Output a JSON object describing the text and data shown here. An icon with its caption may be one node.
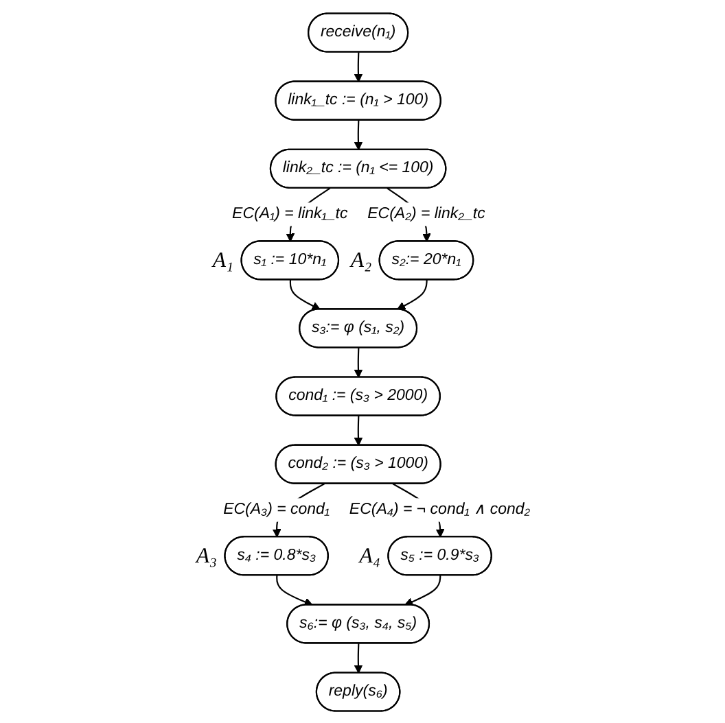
{
  "diagram": {
    "nodes": [
      {
        "text": [
          "receive(n₁)"
        ]
      },
      {
        "text": [
          "link₁_tc := (n₁ > 100)"
        ]
      },
      {
        "text": [
          "link₂_tc := (n₁ <= 100)"
        ]
      },
      {
        "text": [
          "s₁ := 10*n₁"
        ],
        "beside": [
          "A₁"
        ]
      },
      {
        "text": [
          "s₂:= 20*n₁"
        ],
        "beside": [
          "A₂"
        ]
      },
      {
        "text": [
          "s₃:= φ (s₁, s₂)"
        ]
      },
      {
        "text": [
          "cond₁ := (s₃ > 2000)"
        ]
      },
      {
        "text": [
          "cond₂ := (s₃ > 1000)"
        ]
      },
      {
        "text": [
          "s₄ := 0.8*s₃"
        ],
        "beside": [
          "A₃"
        ]
      },
      {
        "text": [
          "s₅ := 0.9*s₃"
        ],
        "beside": [
          "A₄"
        ]
      },
      {
        "text": [
          "s₆:= φ (s₃, s₄, s₅)"
        ]
      },
      {
        "text": [
          "reply(s₆)"
        ]
      }
    ],
    "edges": [
      {
        "from": 0,
        "to": 1,
        "arrow": "to"
      },
      {
        "from": 1,
        "to": 2,
        "arrow": "to"
      },
      {
        "from": 2,
        "to": 3,
        "arrow": "to",
        "label": "EC(A₁) = link₁_tc"
      },
      {
        "from": 2,
        "to": 4,
        "arrow": "to",
        "label": "EC(A₂) = link₂_tc"
      },
      {
        "from": 3,
        "to": 5,
        "arrow": "to"
      },
      {
        "from": 4,
        "to": 5,
        "arrow": "to"
      },
      {
        "from": 5,
        "to": 6,
        "arrow": "to"
      },
      {
        "from": 6,
        "to": 7,
        "arrow": "to"
      },
      {
        "from": 7,
        "to": 8,
        "arrow": "to",
        "label": "EC(A₃) = cond₁"
      },
      {
        "from": 7,
        "to": 9,
        "arrow": "to",
        "label": "EC(A₄) = ¬ cond₁ ∧ cond₂"
      },
      {
        "from": 8,
        "to": 10,
        "arrow": "to"
      },
      {
        "from": 9,
        "to": 10,
        "arrow": "to"
      },
      {
        "from": 10,
        "to": 11,
        "arrow": "to"
      }
    ]
  }
}
